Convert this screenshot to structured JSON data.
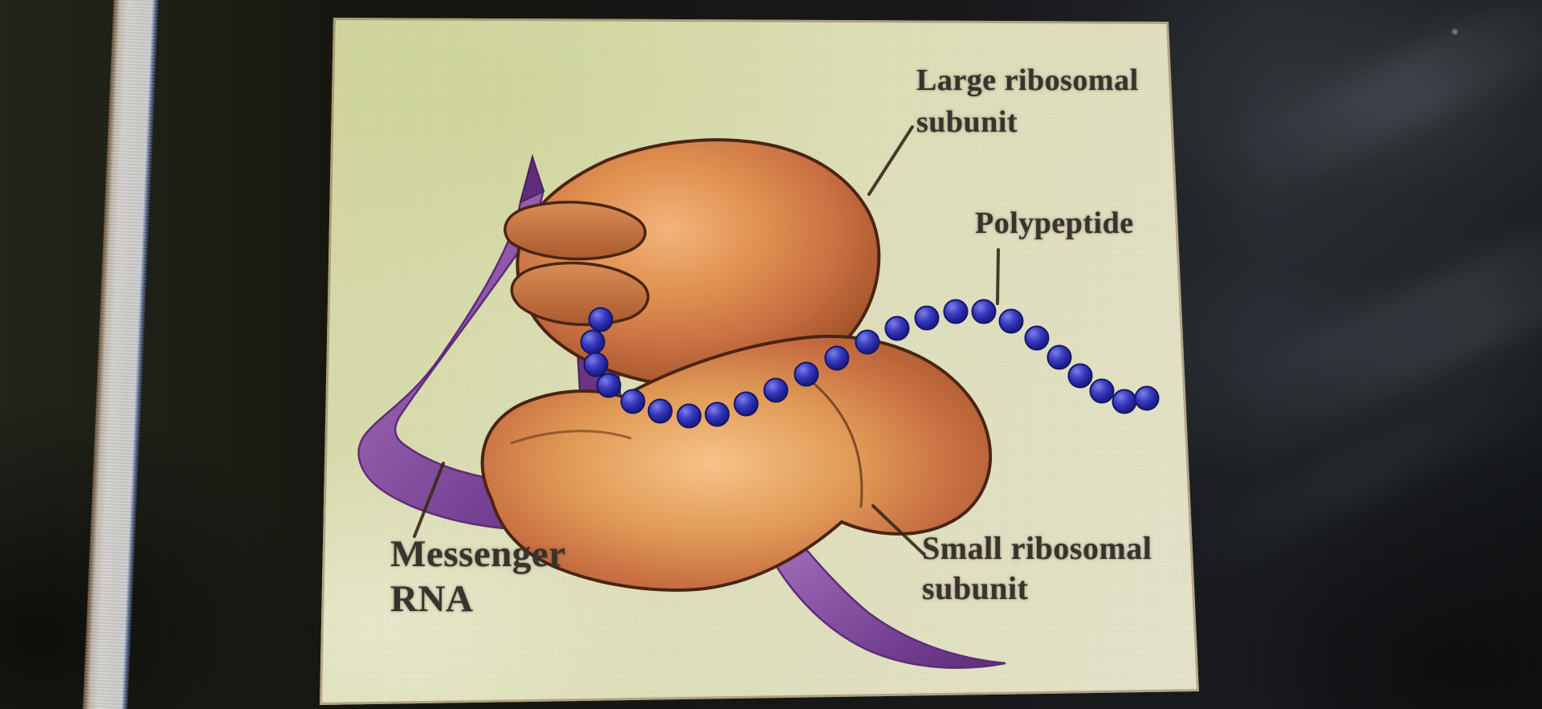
{
  "diagram": {
    "title_context": "Ribosome translation figure",
    "labels": {
      "large_ribosomal_subunit": {
        "line1": "Large ribosomal",
        "line2": "subunit"
      },
      "polypeptide": {
        "text": "Polypeptide"
      },
      "messenger_rna": {
        "line1": "Messenger",
        "line2": "RNA"
      },
      "small_ribosomal_subunit": {
        "line1": "Small ribosomal",
        "line2": "subunit"
      }
    },
    "colors": {
      "page_background": "#dfe0ba",
      "ribosome_orange": "#c87443",
      "ribosome_outline": "#4a2414",
      "mrna_purple": "#8a55a4",
      "polypeptide_blue": "#2e2fa8",
      "label_text": "#3a332c"
    }
  }
}
